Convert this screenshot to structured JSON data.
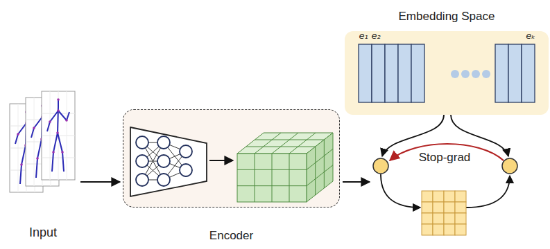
{
  "diagram": {
    "nodes": [
      {
        "text": [
          "Embedding Space"
        ]
      },
      {
        "text": [
          "Encoder"
        ]
      }
    ],
    "labels": [
      "Input",
      "e₁",
      "e₂",
      "eₖ",
      "Stop-grad"
    ]
  }
}
